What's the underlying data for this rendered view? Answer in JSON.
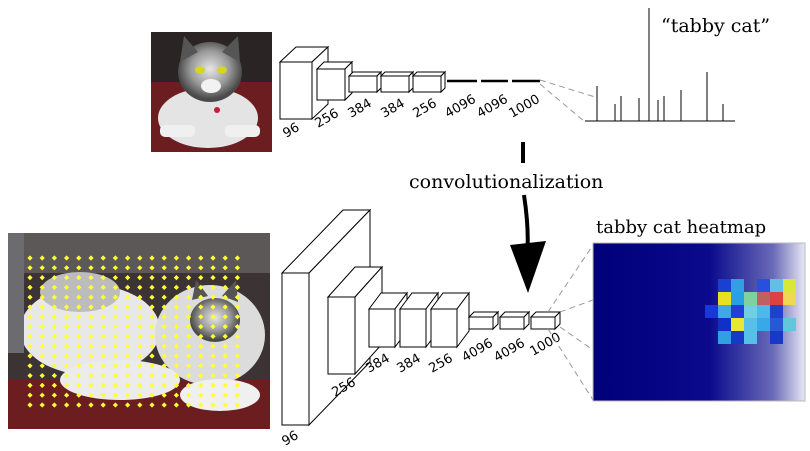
{
  "top_network": {
    "layer_labels": [
      "96",
      "256",
      "384",
      "384",
      "256",
      "4096",
      "4096",
      "1000"
    ]
  },
  "bottom_network": {
    "layer_labels": [
      "96",
      "256",
      "384",
      "384",
      "256",
      "4096",
      "4096",
      "1000"
    ]
  },
  "output_label": "“tabby cat”",
  "transform_label": "convolutionalization",
  "heatmap_title": "tabby cat heatmap",
  "colors": {
    "heatmap_base": "#00007a",
    "dot_color": "#ffff33",
    "dash_color": "#9a9a9a"
  }
}
